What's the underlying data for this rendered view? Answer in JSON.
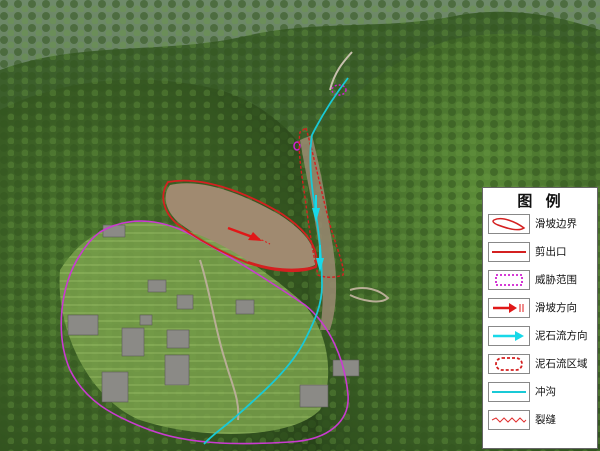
{
  "legend": {
    "title": "图 例",
    "items": [
      {
        "key": "landslide-boundary",
        "label": "滑坡边界",
        "color": "#d42020"
      },
      {
        "key": "shear-outlet",
        "label": "剪出口",
        "color": "#d42020"
      },
      {
        "key": "threat-zone",
        "label": "威胁范围",
        "color": "#d020d0"
      },
      {
        "key": "landslide-direction",
        "label": "滑坡方向",
        "color": "#e01818"
      },
      {
        "key": "debris-flow-direction",
        "label": "泥石流方向",
        "color": "#18d8e8"
      },
      {
        "key": "debris-flow-area",
        "label": "泥石流区域",
        "color": "#d42020"
      },
      {
        "key": "gully",
        "label": "冲沟",
        "color": "#19c9d6"
      },
      {
        "key": "crack",
        "label": "裂缝",
        "color": "#e03030"
      }
    ]
  },
  "colors": {
    "landslide": "#d42020",
    "threat": "#c93bd0",
    "gully": "#19c9d6",
    "forest_dark": "#2c4b20",
    "forest_light": "#5f8a3a"
  }
}
